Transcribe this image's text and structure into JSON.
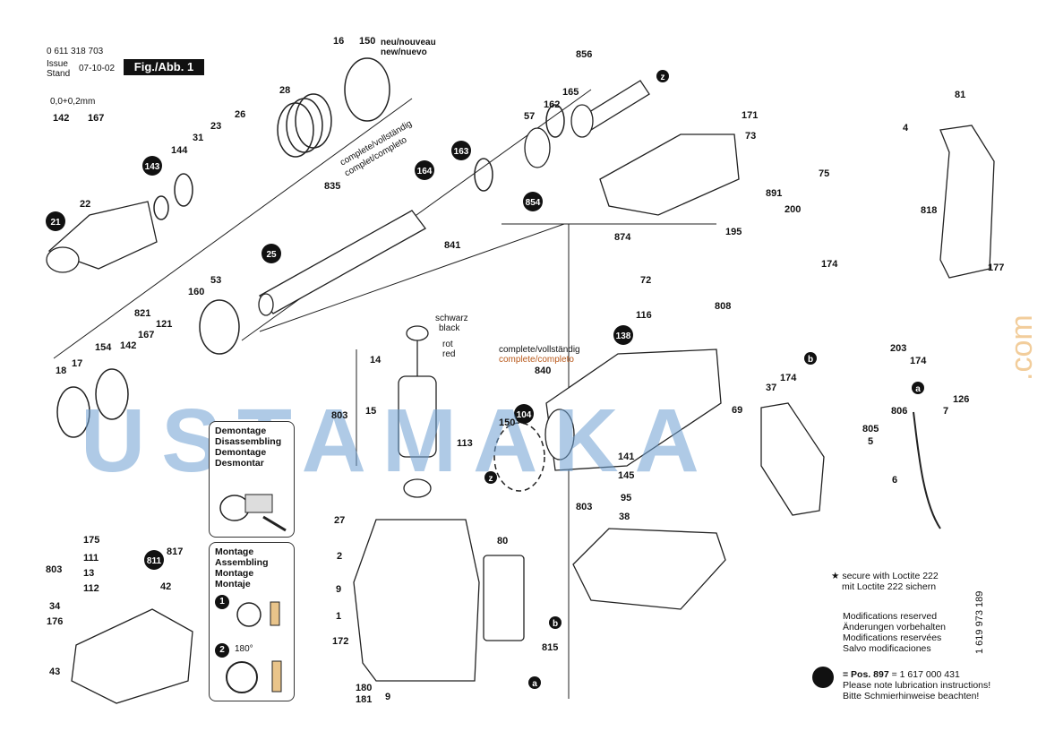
{
  "header": {
    "part_number": "0 611 318 703",
    "issue_label": "Issue",
    "stand_label": "Stand",
    "date": "07-10-02",
    "fig_label": "Fig./Abb. 1",
    "tolerance": "0,0+0,2mm"
  },
  "watermark": {
    "text": "USTAMAKA",
    "suffix": ".com"
  },
  "annotations": {
    "new_1": "neu/nouveau",
    "new_2": "new/nuevo",
    "complete_a1": "complete/vollständig",
    "complete_a2": "complet/completo",
    "complete_b1": "complete/vollständig",
    "complete_b2": "complete/completo",
    "wire_1a": "schwarz",
    "wire_1b": "black",
    "wire_2a": "rot",
    "wire_2b": "red"
  },
  "callouts_circle": [
    "143",
    "21",
    "25",
    "164",
    "163",
    "854",
    "811",
    "104",
    "138",
    "b",
    "a",
    "z"
  ],
  "part_labels": [
    {
      "id": "p16",
      "text": "16"
    },
    {
      "id": "p150a",
      "text": "150"
    },
    {
      "id": "p856",
      "text": "856"
    },
    {
      "id": "p28",
      "text": "28"
    },
    {
      "id": "p23",
      "text": "23"
    },
    {
      "id": "p26",
      "text": "26"
    },
    {
      "id": "p31",
      "text": "31"
    },
    {
      "id": "p144",
      "text": "144"
    },
    {
      "id": "p142a",
      "text": "142"
    },
    {
      "id": "p167a",
      "text": "167"
    },
    {
      "id": "p22",
      "text": "22"
    },
    {
      "id": "p835",
      "text": "835"
    },
    {
      "id": "p841",
      "text": "841"
    },
    {
      "id": "p57",
      "text": "57"
    },
    {
      "id": "p162",
      "text": "162"
    },
    {
      "id": "p165",
      "text": "165"
    },
    {
      "id": "p171",
      "text": "171"
    },
    {
      "id": "p73",
      "text": "73"
    },
    {
      "id": "p81",
      "text": "81"
    },
    {
      "id": "p4",
      "text": "4"
    },
    {
      "id": "p75",
      "text": "75"
    },
    {
      "id": "p891",
      "text": "891"
    },
    {
      "id": "p200",
      "text": "200"
    },
    {
      "id": "p818",
      "text": "818"
    },
    {
      "id": "p874",
      "text": "874"
    },
    {
      "id": "p195",
      "text": "195"
    },
    {
      "id": "p72",
      "text": "72"
    },
    {
      "id": "p174a",
      "text": "174"
    },
    {
      "id": "p808",
      "text": "808"
    },
    {
      "id": "p177",
      "text": "177"
    },
    {
      "id": "p116",
      "text": "116"
    },
    {
      "id": "p203",
      "text": "203"
    },
    {
      "id": "p174b",
      "text": "174"
    },
    {
      "id": "p53",
      "text": "53"
    },
    {
      "id": "p160",
      "text": "160"
    },
    {
      "id": "p821",
      "text": "821"
    },
    {
      "id": "p121",
      "text": "121"
    },
    {
      "id": "p167b",
      "text": "167"
    },
    {
      "id": "p142b",
      "text": "142"
    },
    {
      "id": "p154",
      "text": "154"
    },
    {
      "id": "p18",
      "text": "18"
    },
    {
      "id": "p17",
      "text": "17"
    },
    {
      "id": "p14",
      "text": "14"
    },
    {
      "id": "p803a",
      "text": "803"
    },
    {
      "id": "p15",
      "text": "15"
    },
    {
      "id": "p840",
      "text": "840"
    },
    {
      "id": "p150b",
      "text": "150"
    },
    {
      "id": "p113",
      "text": "113"
    },
    {
      "id": "p37",
      "text": "37"
    },
    {
      "id": "p174c",
      "text": "174"
    },
    {
      "id": "p69",
      "text": "69"
    },
    {
      "id": "p806",
      "text": "806"
    },
    {
      "id": "p126",
      "text": "126"
    },
    {
      "id": "p7",
      "text": "7"
    },
    {
      "id": "p805",
      "text": "805"
    },
    {
      "id": "p5",
      "text": "5"
    },
    {
      "id": "p6",
      "text": "6"
    },
    {
      "id": "p141",
      "text": "141"
    },
    {
      "id": "p145",
      "text": "145"
    },
    {
      "id": "p95",
      "text": "95"
    },
    {
      "id": "p803b",
      "text": "803"
    },
    {
      "id": "p38",
      "text": "38"
    },
    {
      "id": "p27",
      "text": "27"
    },
    {
      "id": "p2",
      "text": "2"
    },
    {
      "id": "p9a",
      "text": "9"
    },
    {
      "id": "p1",
      "text": "1"
    },
    {
      "id": "p172",
      "text": "172"
    },
    {
      "id": "p180",
      "text": "180"
    },
    {
      "id": "p181",
      "text": "181"
    },
    {
      "id": "p9b",
      "text": "9"
    },
    {
      "id": "p80",
      "text": "80"
    },
    {
      "id": "p815",
      "text": "815"
    },
    {
      "id": "p175",
      "text": "175"
    },
    {
      "id": "p803c",
      "text": "803"
    },
    {
      "id": "p111",
      "text": "111"
    },
    {
      "id": "p13",
      "text": "13"
    },
    {
      "id": "p112",
      "text": "112"
    },
    {
      "id": "p817",
      "text": "817"
    },
    {
      "id": "p42",
      "text": "42"
    },
    {
      "id": "p34",
      "text": "34"
    },
    {
      "id": "p176",
      "text": "176"
    },
    {
      "id": "p43",
      "text": "43"
    }
  ],
  "demontage": {
    "lines": [
      "Demontage",
      "Disassembling",
      "Demontage",
      "Desmontar"
    ]
  },
  "montage": {
    "lines": [
      "Montage",
      "Assembling",
      "Montage",
      "Montaje"
    ],
    "step1": "1",
    "step2": "2",
    "angle": "180°"
  },
  "notes": {
    "loctite_1": "secure with Loctite 222",
    "loctite_2": "mit Loctite 222 sichern",
    "mod_1": "Modifications reserved",
    "mod_2": "Änderungen vorbehalten",
    "mod_3": "Modifications reservées",
    "mod_4": "Salvo modificaciones",
    "pos_label": "= Pos.",
    "pos_num": "897",
    "pos_eq": "= 1 617 000 431",
    "lube_1": "Please note lubrication instructions!",
    "lube_2": "Bitte Schmierhinweise beachten!"
  },
  "doc_number": "1 619 973 189",
  "star_glyph": "★"
}
